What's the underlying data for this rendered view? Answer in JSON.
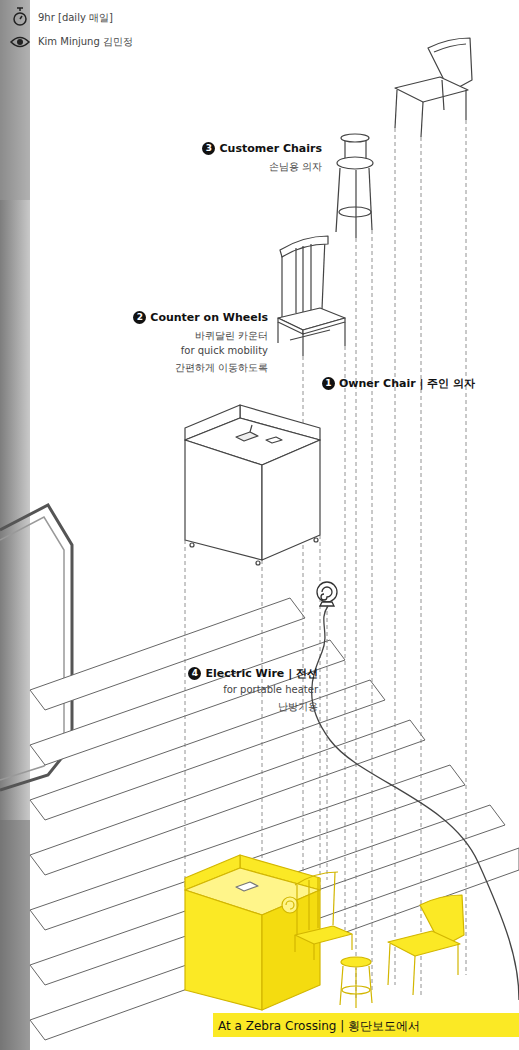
{
  "diagram": {
    "nodes": [
      {
        "text": [
          "At a Zebra Crossing | 횡단보도에서"
        ]
      }
    ],
    "labels": [
      "9hr [daily 매일]",
      "Kim Minjung 김민정",
      "3",
      "Customer Chairs",
      "손님용 의자",
      "2",
      "Counter on Wheels",
      "바퀴달린 카운터",
      "for quick mobility",
      "간편하게 이동하도록",
      "1",
      "Owner Chair | 주인 의자",
      "4",
      "Electric Wire | 전선",
      "for portable heater",
      "난방기용"
    ]
  }
}
